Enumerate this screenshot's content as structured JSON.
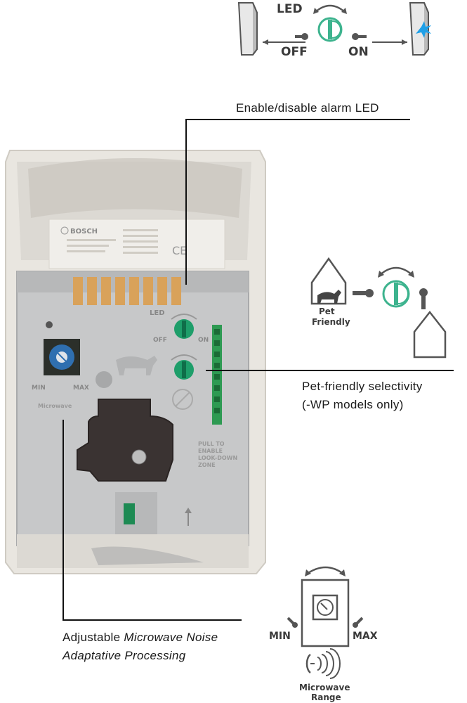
{
  "led_switch": {
    "label": "LED",
    "off": "OFF",
    "on": "ON",
    "callout": "Enable/disable alarm LED"
  },
  "pet_switch": {
    "pet_label_line1": "Pet",
    "pet_label_line2": "Friendly",
    "callout_line1": "Pet-friendly selectivity",
    "callout_line2": "(-WP models only)"
  },
  "device": {
    "brand": "BOSCH",
    "led_marking": "LED",
    "off_marking": "OFF",
    "on_marking": "ON",
    "min_marking": "MIN",
    "max_marking": "MAX",
    "microwave_marking": "Microwave",
    "zone_marking": [
      "PULL TO",
      "ENABLE",
      "LOOK-DOWN",
      "ZONE"
    ]
  },
  "microwave": {
    "callout_plain": "Adjustable ",
    "callout_italic_1": "Microwave Noise",
    "callout_italic_2": "Adaptative Processing",
    "min": "MIN",
    "max": "MAX",
    "range_line1": "Microwave",
    "range_line2": "Range"
  },
  "colors": {
    "line": "#111111",
    "icon_gray": "#555555",
    "teal": "#3db38e",
    "led_blue": "#1fa0e8",
    "housing": "#e9e6e0",
    "board": "#c7c8c9"
  }
}
